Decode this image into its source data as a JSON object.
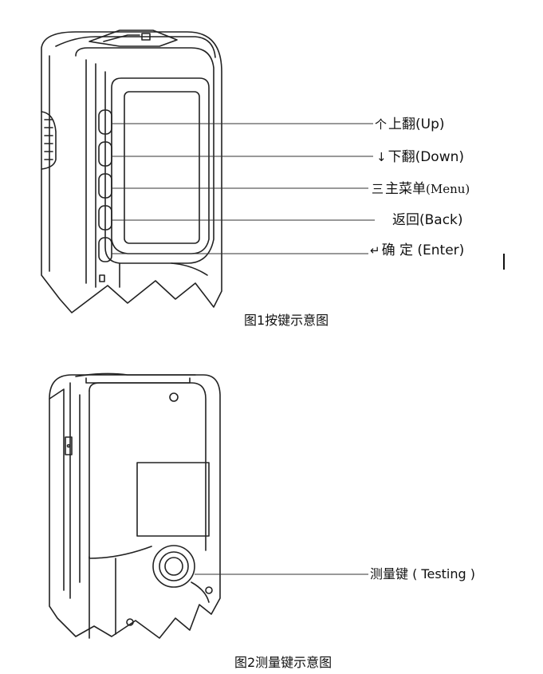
{
  "figure1": {
    "caption": "图1按键示意图",
    "buttons": [
      {
        "symbol": "个",
        "label": "上翻(Up)"
      },
      {
        "symbol": "↓",
        "label": "下翻(Down)"
      },
      {
        "symbol": "三",
        "label": "主菜单",
        "label_en": "(Menu)"
      },
      {
        "symbol": "",
        "label": "返回(Back)"
      },
      {
        "symbol": "↵",
        "label": "确 定 (Enter)"
      }
    ]
  },
  "figure2": {
    "caption": "图2测量键示意图",
    "button": {
      "label": "测量键 ( Testing )"
    }
  }
}
